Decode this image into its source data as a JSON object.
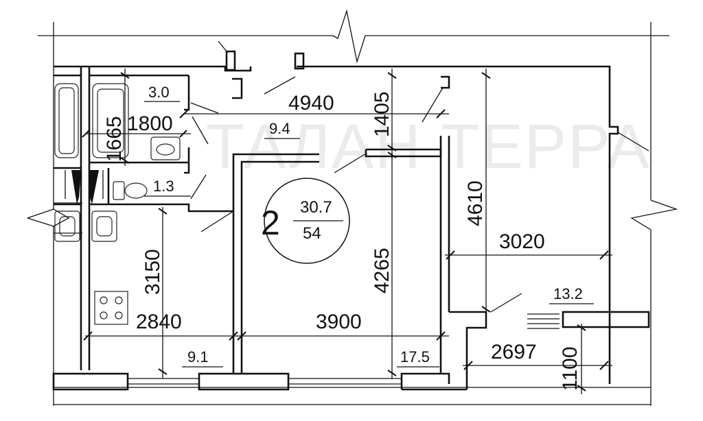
{
  "watermark": "ТАЛАН ТЕРРА",
  "apartment": {
    "rooms": "2",
    "living_area": "30.7",
    "total_area": "54"
  },
  "areas": {
    "bath": "3.0",
    "corridor": "9.4",
    "wc": "1.3",
    "kitchen": "9.1",
    "room1": "17.5",
    "room2": "13.2"
  },
  "dimensions": {
    "d4940": "4940",
    "d1665": "1665",
    "d1800": "1800",
    "d1405": "1405",
    "d4610": "4610",
    "d3020": "3020",
    "d3150": "3150",
    "d4265": "4265",
    "d2840": "2840",
    "d3900": "3900",
    "d2697": "2697",
    "d1100": "1100"
  }
}
